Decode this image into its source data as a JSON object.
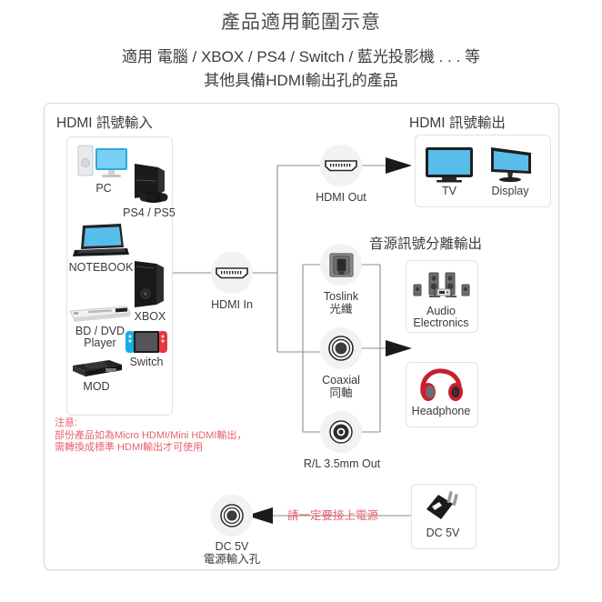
{
  "header": {
    "title": "產品適用範圍示意",
    "subtitle_line1": "適用 電腦 / XBOX / PS4 / Switch / 藍光投影機 . . . 等",
    "subtitle_line2": "其他具備HDMI輸出孔的產品"
  },
  "sections": {
    "input_caption": "HDMI 訊號輸入",
    "output_caption": "HDMI 訊號輸出",
    "audio_caption": "音源訊號分離輸出"
  },
  "input_devices": [
    {
      "label": "PC",
      "icon": "desktop-computer-icon"
    },
    {
      "label": "PS4 / PS5",
      "icon": "game-console-icon"
    },
    {
      "label": "NOTEBOOK",
      "icon": "laptop-icon"
    },
    {
      "label": "XBOX",
      "icon": "xbox-console-icon"
    },
    {
      "label": "BD / DVD",
      "label2": "Player",
      "icon": "disc-player-icon"
    },
    {
      "label": "Switch",
      "icon": "switch-console-icon"
    },
    {
      "label": "MOD",
      "icon": "set-top-box-icon"
    }
  ],
  "ports": {
    "hdmi_in": {
      "label": "HDMI In",
      "icon": "hdmi-port-icon"
    },
    "hdmi_out": {
      "label": "HDMI Out",
      "icon": "hdmi-port-icon"
    },
    "toslink": {
      "label": "Toslink",
      "label2": "光纖",
      "icon": "toslink-optical-port-icon"
    },
    "coaxial": {
      "label": "Coaxial",
      "label2": "同軸",
      "icon": "coaxial-jack-icon"
    },
    "analog": {
      "label": "R/L 3.5mm Out",
      "icon": "audio-jack-icon"
    },
    "dc_in": {
      "label": "DC 5V",
      "label2": "電源輸入孔",
      "icon": "dc-power-jack-icon"
    }
  },
  "output_devices": [
    {
      "label": "TV",
      "icon": "television-icon"
    },
    {
      "label": "Display",
      "icon": "monitor-icon"
    },
    {
      "label": "Audio",
      "label2": "Electronics",
      "icon": "speaker-system-icon"
    },
    {
      "label": "Headphone",
      "icon": "headphone-icon"
    },
    {
      "label": "DC 5V",
      "icon": "power-adapter-icon"
    }
  ],
  "notes": {
    "warning_title": "注意:",
    "warning_line1": "部份產品如為Micro HDMI/Mini HDMI輸出，",
    "warning_line2": "需轉換成標準 HDMI輸出才可使用",
    "power_note": "請一定要接上電源"
  },
  "colors": {
    "warning_red": "#e8616d",
    "text_gray": "#3a3a3a",
    "frame_gray": "#d8d8d8",
    "screen_blue": "#2fa8e0",
    "headphone_red": "#c8202e",
    "wire_gray": "#8d8d8d"
  }
}
